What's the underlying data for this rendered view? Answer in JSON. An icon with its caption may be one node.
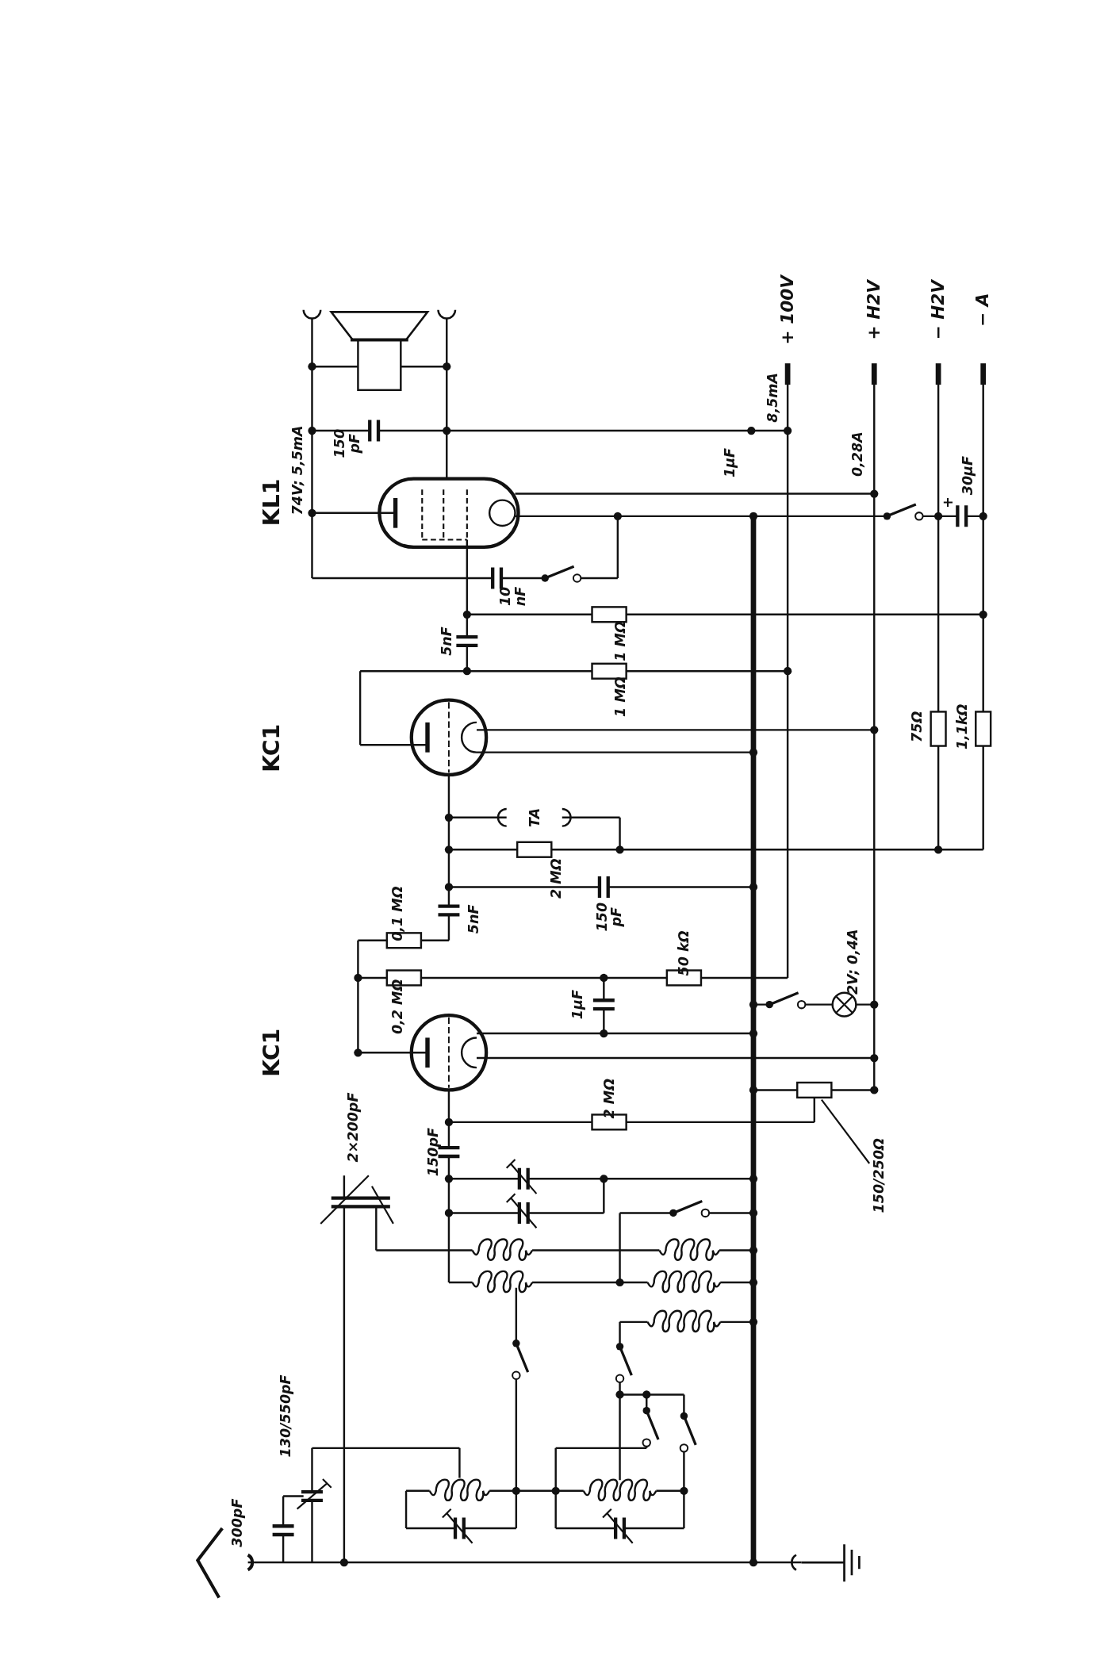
{
  "diagram": {
    "nodes": [
      {
        "text": [
          "150/250Ω"
        ]
      },
      {
        "text": [],
        "shape": "box"
      }
    ],
    "edges": [
      {
        "from": 0,
        "to": 1,
        "arrow": "none"
      }
    ],
    "labels": [
      "+ 100V",
      "+ H2V",
      "− H2V",
      "− A",
      "8,5mA",
      "150 pF",
      "1µF",
      "0,28A",
      "KL1",
      "74V; 5,5mA",
      "+",
      "30µF",
      "10 nF",
      "1 MΩ",
      "5nF",
      "1 MΩ",
      "KC1",
      "75Ω",
      "1,1kΩ",
      "TA",
      "2 MΩ",
      "150 pF",
      "0,1 MΩ",
      "5nF",
      "50 kΩ",
      "0,2 MΩ",
      "1µF",
      "2V; 0,4A",
      "KC1",
      "2 MΩ",
      "2×200pF",
      "150pF",
      "130/550pF",
      "300pF"
    ]
  }
}
